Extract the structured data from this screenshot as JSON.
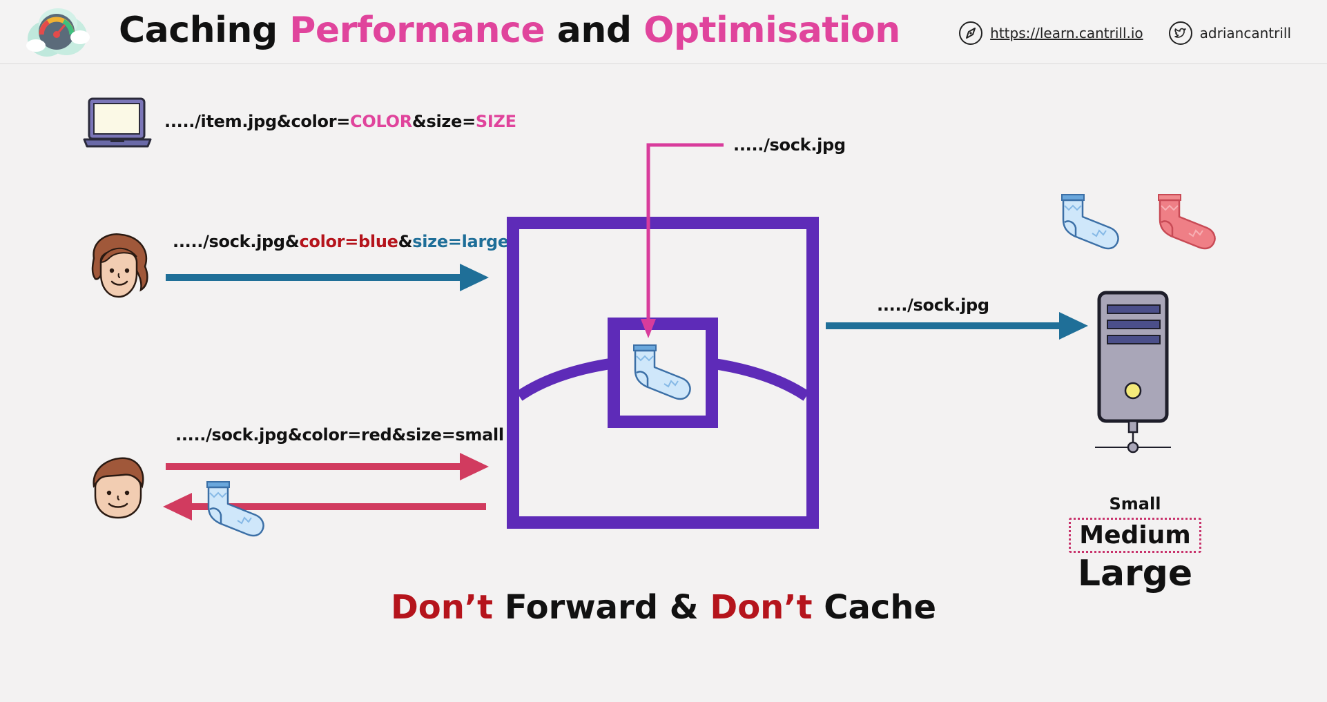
{
  "header": {
    "title": [
      {
        "text": "Caching ",
        "accent": false
      },
      {
        "text": "Performance",
        "accent": true
      },
      {
        "text": " and ",
        "accent": false
      },
      {
        "text": "Optimisation",
        "accent": true
      }
    ],
    "website": "https://learn.cantrill.io",
    "twitter_handle": "adriancantrill"
  },
  "diagram": {
    "laptop_request": {
      "prefix": "...../item.jpg&color=",
      "color_param": "COLOR",
      "middle": "&size=",
      "size_param": "SIZE"
    },
    "user1_request": {
      "prefix": "...../sock.jpg&",
      "color_param": "color=blue",
      "separator": "&",
      "size_param": "size=large"
    },
    "user2_request": "...../sock.jpg&color=red&size=small",
    "cache_key_label": "...../sock.jpg",
    "origin_request": "...../sock.jpg",
    "sizes": {
      "small": "Small",
      "medium": "Medium",
      "large": "Large"
    },
    "footer": [
      {
        "text": "Don’t",
        "emphasis": true
      },
      {
        "text": " Forward & ",
        "emphasis": false
      },
      {
        "text": "Don’t",
        "emphasis": true
      },
      {
        "text": " Cache",
        "emphasis": false
      }
    ]
  },
  "colors": {
    "pink_accent": "#e0449c",
    "red_accent": "#b5141c",
    "blue_accent": "#1e6e98",
    "cloudfront_purple": "#5e2bb8",
    "arrow_blue": "#1f6f98",
    "arrow_red": "#d13b5f"
  },
  "icons": [
    "logo-icon",
    "compass-icon",
    "twitter-icon",
    "laptop-icon",
    "user-face-icon",
    "sock-icon",
    "server-icon"
  ]
}
